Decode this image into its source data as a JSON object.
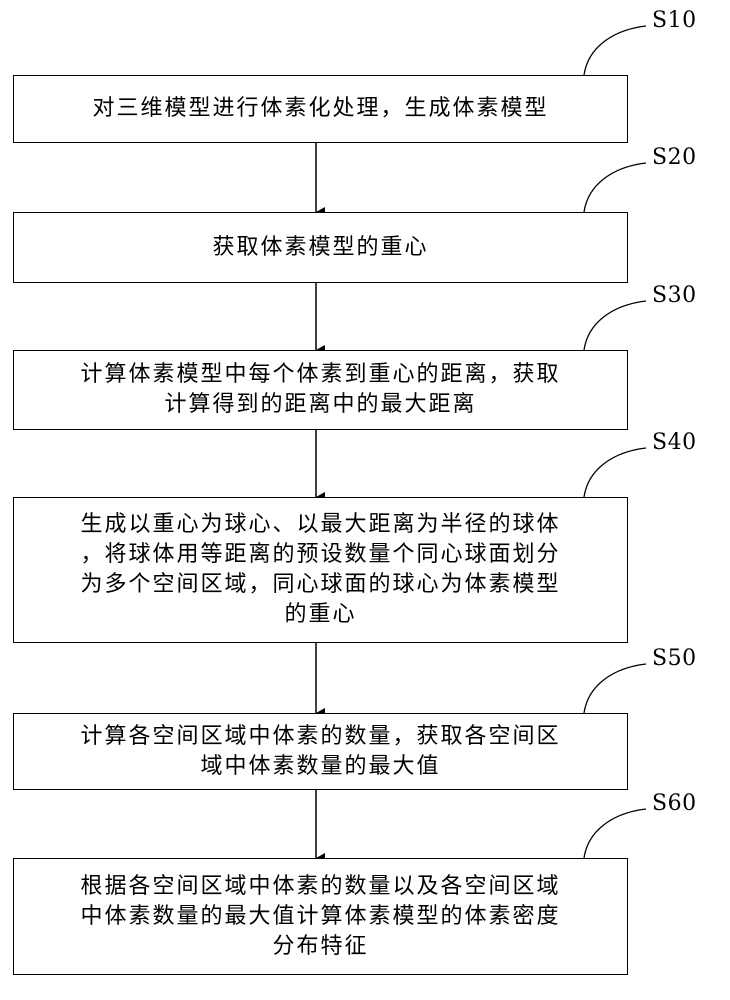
{
  "steps": [
    {
      "id": "S10",
      "text": "对三维模型进行体素化处理，生成体素模型"
    },
    {
      "id": "S20",
      "text": "获取体素模型的重心"
    },
    {
      "id": "S30",
      "text": "计算体素模型中每个体素到重心的距离，获取\n计算得到的距离中的最大距离"
    },
    {
      "id": "S40",
      "text": "生成以重心为球心、以最大距离为半径的球体\n，将球体用等距离的预设数量个同心球面划分\n为多个空间区域，同心球面的球心为体素模型\n的重心"
    },
    {
      "id": "S50",
      "text": "计算各空间区域中体素的数量，获取各空间区\n域中体素数量的最大值"
    },
    {
      "id": "S60",
      "text": "根据各空间区域中体素的数量以及各空间区域\n中体素数量的最大值计算体素模型的体素密度\n分布特征"
    }
  ]
}
